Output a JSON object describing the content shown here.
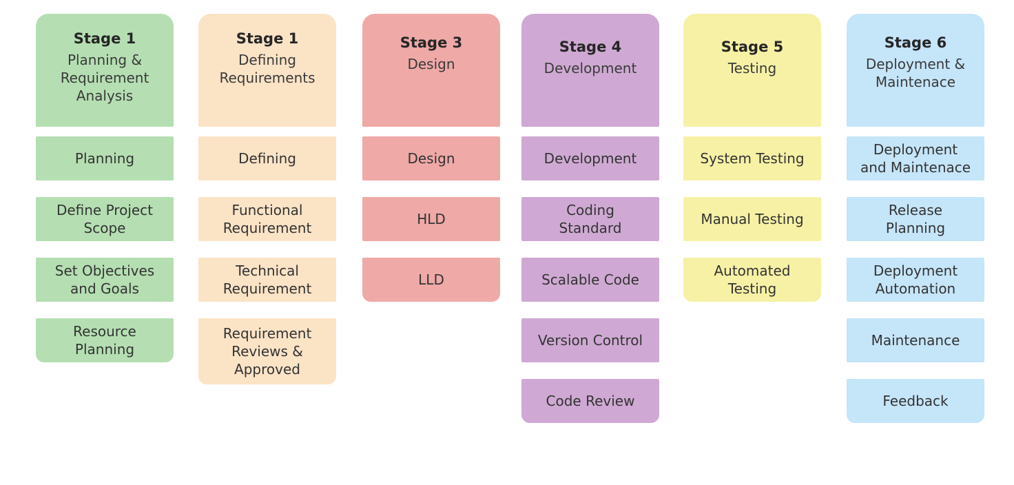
{
  "stages": [
    {
      "title": "Stage 1",
      "subtitle": "Planning &\nRequirement\nAnalysis",
      "items": [
        "Planning",
        "Define Project\nScope",
        "Set Objectives\nand Goals",
        "Resource\nPlanning"
      ]
    },
    {
      "title": "Stage 1",
      "subtitle": "Defining\nRequirements",
      "items": [
        "Defining",
        "Functional\nRequirement",
        "Technical\nRequirement",
        "Requirement\nReviews &\nApproved"
      ]
    },
    {
      "title": "Stage 3",
      "subtitle": "Design",
      "items": [
        "Design",
        "HLD",
        "LLD"
      ]
    },
    {
      "title": "Stage 4",
      "subtitle": "Development",
      "items": [
        "Development",
        "Coding\nStandard",
        "Scalable Code",
        "Version Control",
        "Code Review"
      ]
    },
    {
      "title": "Stage 5",
      "subtitle": "Testing",
      "items": [
        "System Testing",
        "Manual Testing",
        "Automated\nTesting"
      ]
    },
    {
      "title": "Stage 6",
      "subtitle": "Deployment &\nMaintenace",
      "items": [
        "Deployment\nand Maintenace",
        "Release\nPlanning",
        "Deployment\nAutomation",
        "Maintenance",
        "Feedback"
      ]
    }
  ],
  "colors": {
    "stage1": "#b5dfb2",
    "stage1b": "#fbe3c6",
    "stage3": "#efa9a7",
    "stage4": "#cfa9d3",
    "stage5": "#f7f1a6",
    "stage6": "#c5e5f9"
  }
}
